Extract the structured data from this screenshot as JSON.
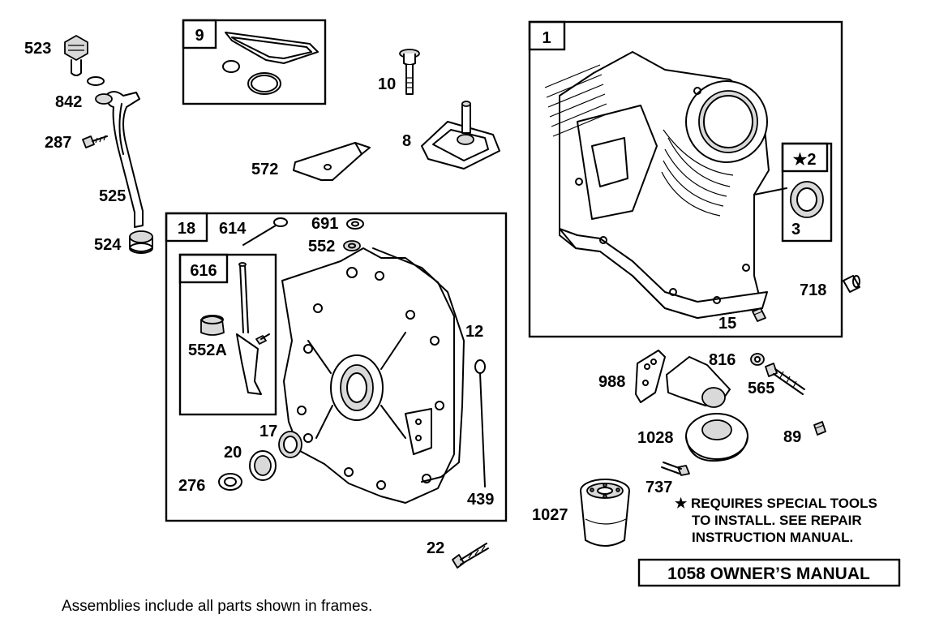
{
  "frames": {
    "f9": "9",
    "f18": "18",
    "f616": "616",
    "f1": "1",
    "f2": "★2"
  },
  "parts": {
    "p523": "523",
    "p842": "842",
    "p287": "287",
    "p525": "525",
    "p524": "524",
    "p10": "10",
    "p8": "8",
    "p572": "572",
    "p614": "614",
    "p691": "691",
    "p552": "552",
    "p552a": "552A",
    "p12": "12",
    "p17": "17",
    "p20": "20",
    "p276": "276",
    "p439": "439",
    "p22": "22",
    "p3": "3",
    "p718": "718",
    "p15": "15",
    "p988": "988",
    "p816": "816",
    "p565": "565",
    "p1028": "1028",
    "p89": "89",
    "p737": "737",
    "p1027": "1027"
  },
  "note": {
    "line1": "★ REQUIRES SPECIAL TOOLS",
    "line2": "TO INSTALL.  SEE REPAIR",
    "line3": "INSTRUCTION MANUAL."
  },
  "manual_label": "1058 OWNER’S MANUAL",
  "caption": "Assemblies include all parts shown in frames."
}
